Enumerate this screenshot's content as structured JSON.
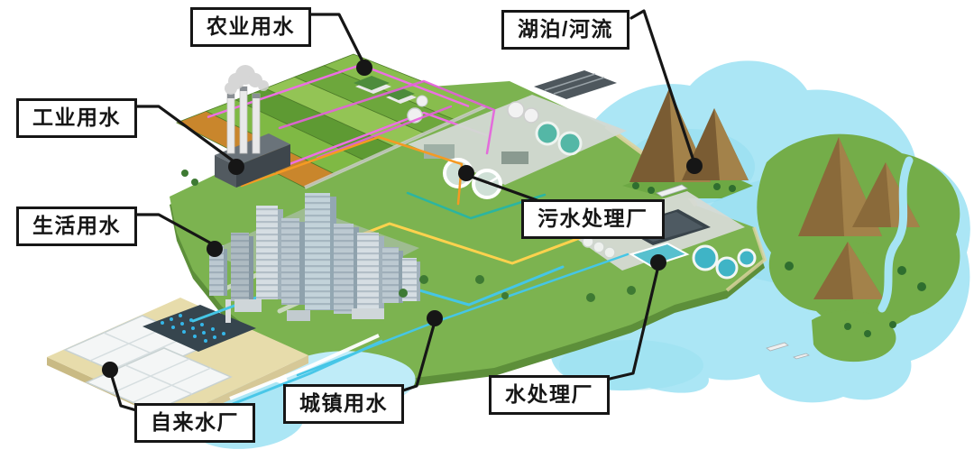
{
  "labels": {
    "agriculture": "农业用水",
    "lakes_rivers": "湖泊/河流",
    "industry": "工业用水",
    "domestic": "生活用水",
    "sewage_plant": "污水处理厂",
    "urban": "城镇用水",
    "tap_water_plant": "自来水厂",
    "water_treatment_plant": "水处理厂"
  },
  "colors": {
    "background": "#ffffff",
    "label_border": "#161616",
    "label_background": "#ffffff",
    "leader_line": "#161616",
    "land_green": "#7cb350",
    "land_edge_green": "#5d8f3a",
    "water_cyan": "#abe6f5",
    "mountain_brown": "#8a6a3a",
    "farm_orange_strip": "#c9862c",
    "city_gray": "#d6dee3",
    "pipe_magenta": "#e560dd",
    "pipe_orange": "#f59a23",
    "pipe_yellow": "#ffd24d",
    "pipe_cyan": "#45c6e6",
    "pipe_teal": "#2bb5a0"
  }
}
